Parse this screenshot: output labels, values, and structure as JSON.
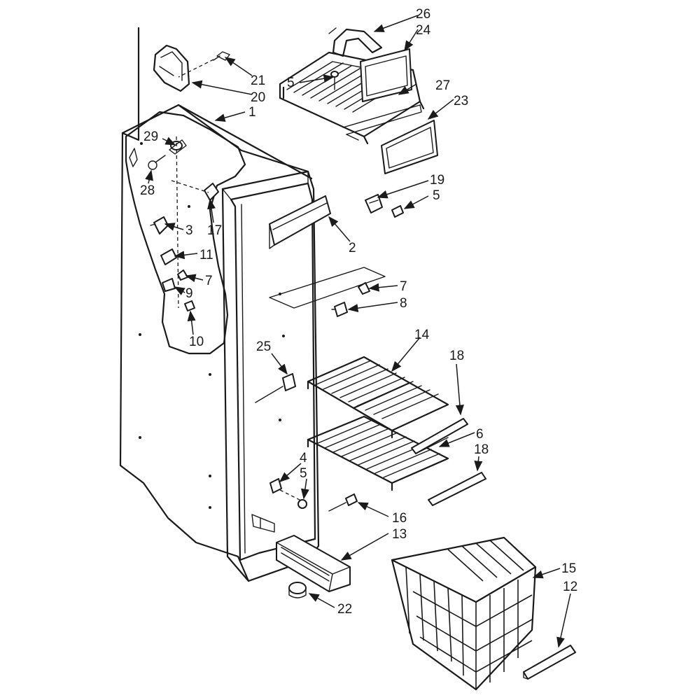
{
  "callouts": [
    {
      "id": "26",
      "text": "26"
    },
    {
      "id": "24",
      "text": "24"
    },
    {
      "id": "21",
      "text": "21"
    },
    {
      "id": "5a",
      "text": "5"
    },
    {
      "id": "27",
      "text": "27"
    },
    {
      "id": "20",
      "text": "20"
    },
    {
      "id": "23",
      "text": "23"
    },
    {
      "id": "1",
      "text": "1"
    },
    {
      "id": "29",
      "text": "29"
    },
    {
      "id": "28",
      "text": "28"
    },
    {
      "id": "19",
      "text": "19"
    },
    {
      "id": "5b",
      "text": "5"
    },
    {
      "id": "17",
      "text": "17"
    },
    {
      "id": "3",
      "text": "3"
    },
    {
      "id": "2",
      "text": "2"
    },
    {
      "id": "11",
      "text": "11"
    },
    {
      "id": "7a",
      "text": "7"
    },
    {
      "id": "9",
      "text": "9"
    },
    {
      "id": "7b",
      "text": "7"
    },
    {
      "id": "8",
      "text": "8"
    },
    {
      "id": "10",
      "text": "10"
    },
    {
      "id": "25",
      "text": "25"
    },
    {
      "id": "14",
      "text": "14"
    },
    {
      "id": "18a",
      "text": "18"
    },
    {
      "id": "6",
      "text": "6"
    },
    {
      "id": "18b",
      "text": "18"
    },
    {
      "id": "4",
      "text": "4"
    },
    {
      "id": "5c",
      "text": "5"
    },
    {
      "id": "16",
      "text": "16"
    },
    {
      "id": "13",
      "text": "13"
    },
    {
      "id": "15",
      "text": "15"
    },
    {
      "id": "12",
      "text": "12"
    },
    {
      "id": "22",
      "text": "22"
    }
  ]
}
